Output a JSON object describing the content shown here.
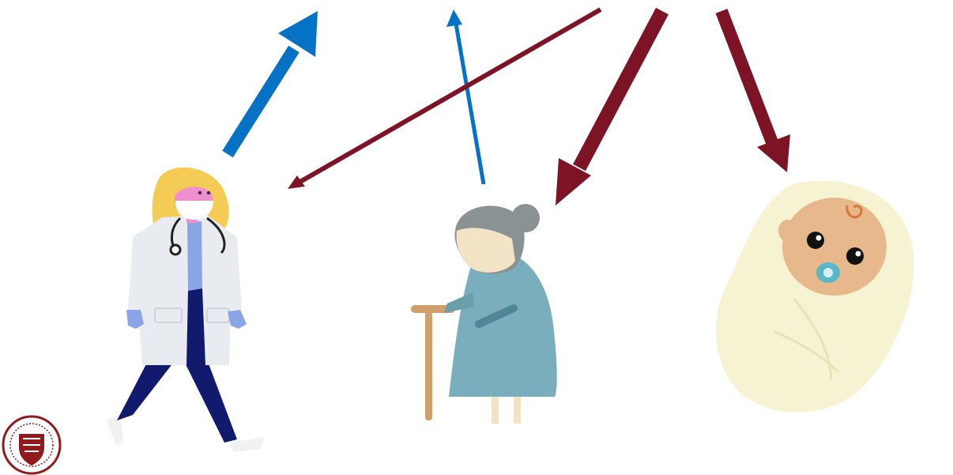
{
  "figures": [
    {
      "id": "doctor",
      "icon": "doctor-icon"
    },
    {
      "id": "elderly",
      "icon": "elderly-woman-icon"
    },
    {
      "id": "baby",
      "icon": "baby-icon"
    }
  ],
  "arrows": [
    {
      "id": "doctor-out",
      "direction": "outgoing",
      "color": "#0572c6",
      "weight": "heavy"
    },
    {
      "id": "elderly-out",
      "direction": "outgoing",
      "color": "#0572c6",
      "weight": "thin"
    },
    {
      "id": "to-doctor",
      "direction": "incoming",
      "color": "#7d1426",
      "weight": "thin"
    },
    {
      "id": "to-elderly",
      "direction": "incoming",
      "color": "#7d1426",
      "weight": "heavy"
    },
    {
      "id": "to-baby",
      "direction": "incoming",
      "color": "#7d1426",
      "weight": "heavy"
    }
  ],
  "logo": {
    "icon": "university-seal-icon",
    "color": "#901a1e"
  }
}
